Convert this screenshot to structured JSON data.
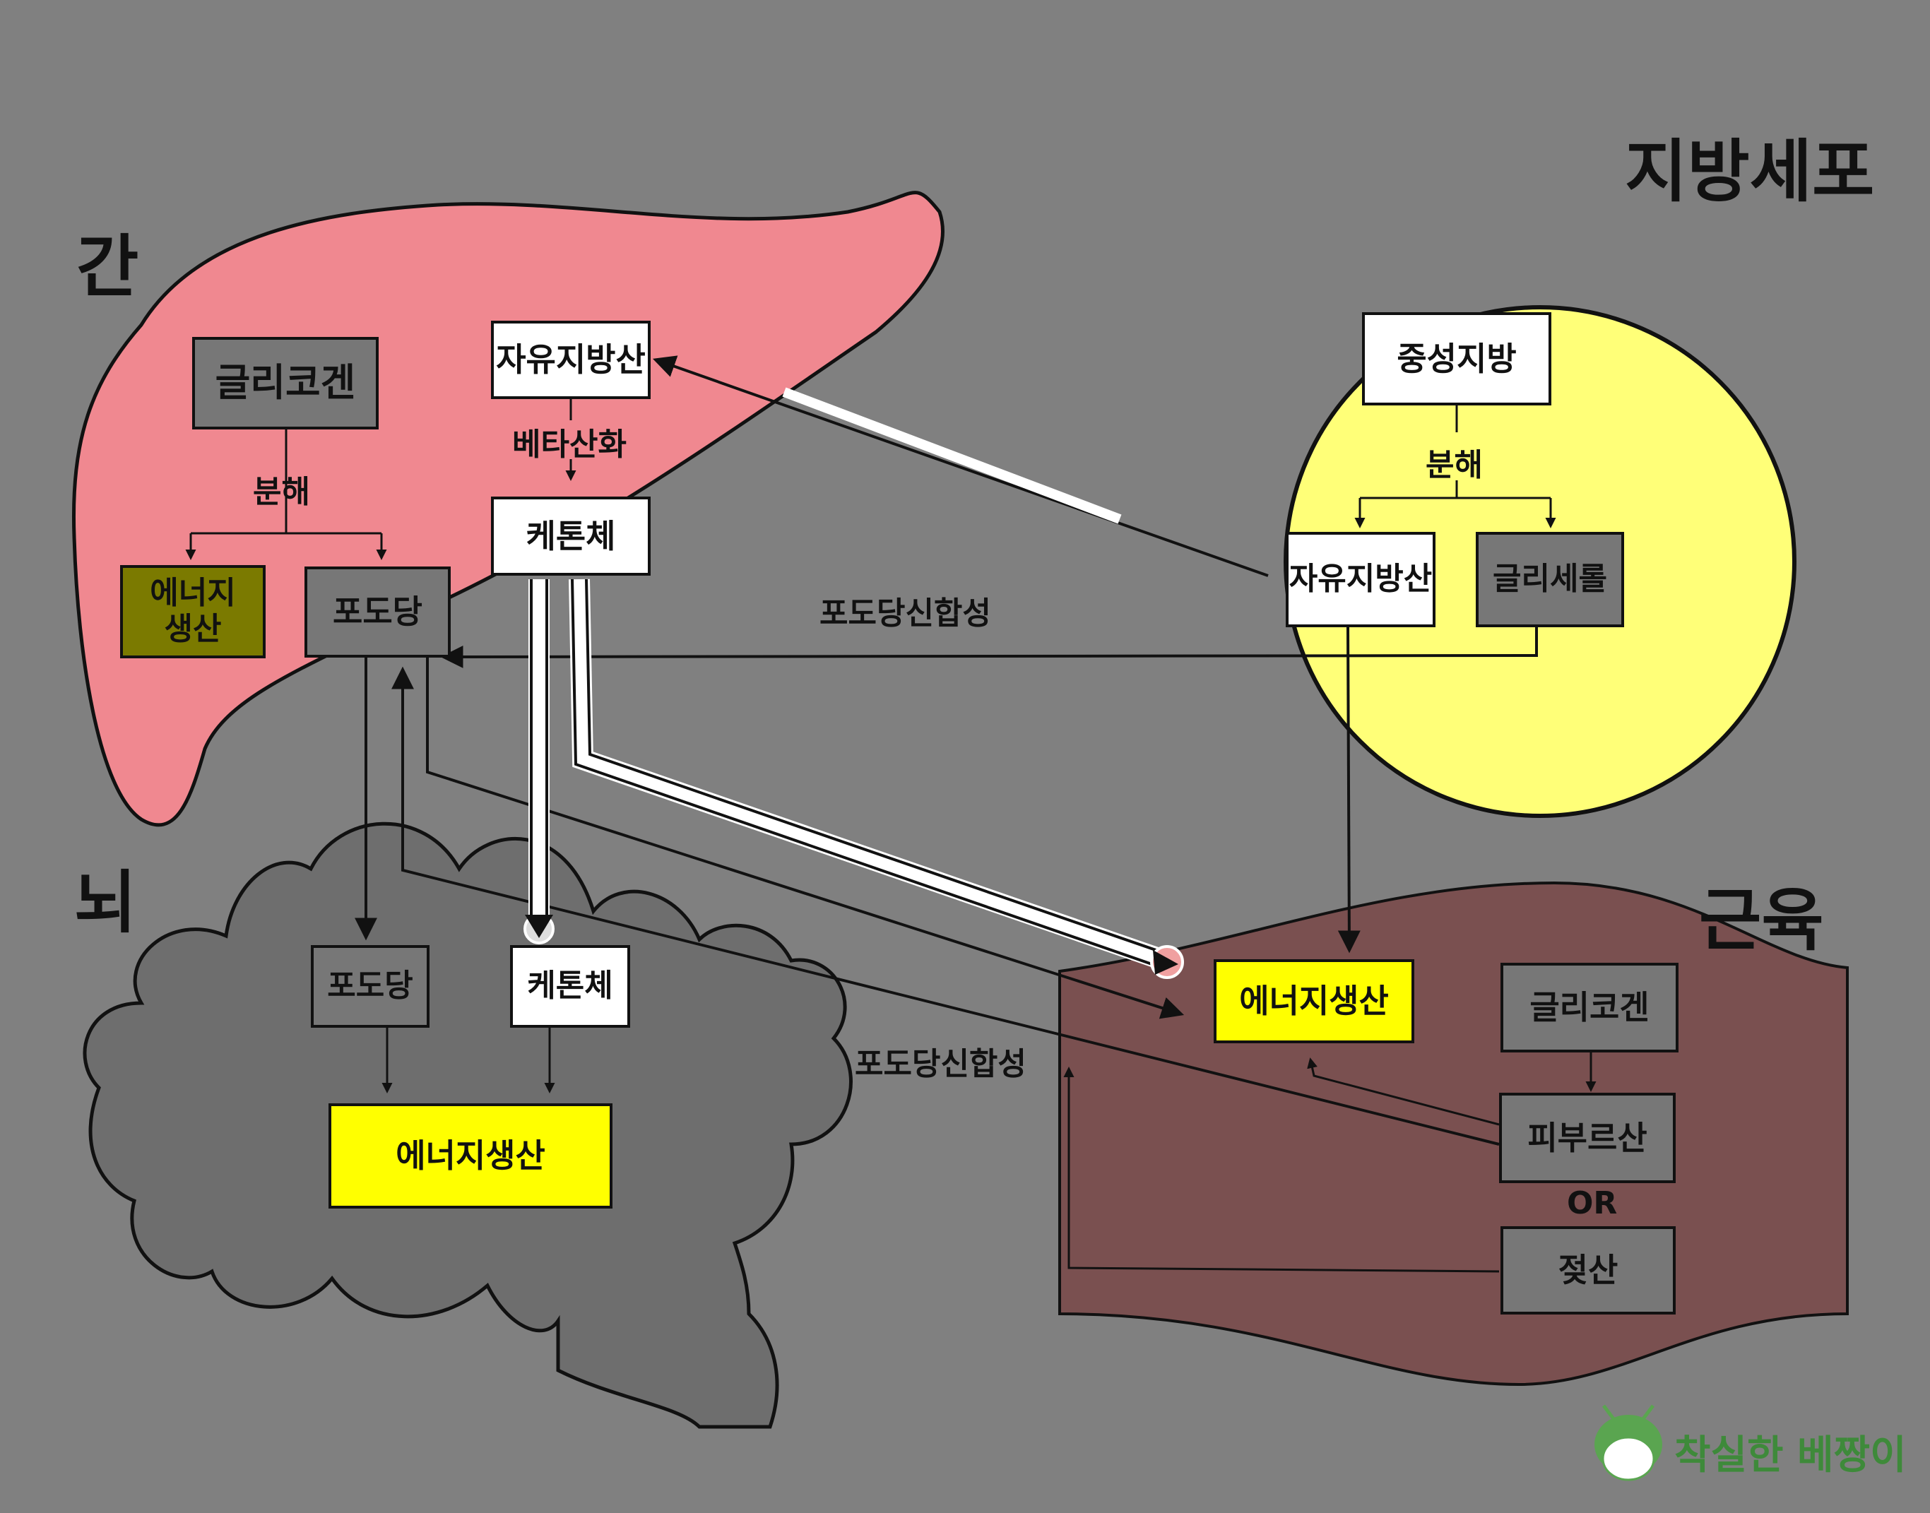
{
  "regions": {
    "liver": "간",
    "fat_cell": "지방세포",
    "brain": "뇌",
    "muscle": "근육"
  },
  "liver": {
    "glycogen": "글리코겐",
    "breakdown": "분해",
    "energy": "에너지\n생산",
    "glucose": "포도당",
    "free_fatty_acid": "자유지방산",
    "beta_oxidation": "베타산화",
    "ketone": "케톤체"
  },
  "fat_cell": {
    "triglyceride": "중성지방",
    "breakdown": "분해",
    "free_fatty_acid": "자유지방산",
    "glycerol": "글리세롤"
  },
  "brain": {
    "glucose": "포도당",
    "ketone": "케톤체",
    "energy": "에너지생산"
  },
  "muscle": {
    "energy": "에너지생산",
    "glycogen": "글리코겐",
    "pyruvate": "피부르산",
    "or": "OR",
    "lactate": "젖산"
  },
  "labels": {
    "gluconeogenesis_top": "포도당신합성",
    "gluconeogenesis_bottom": "포도당신합성"
  },
  "logo": {
    "text": "착실한 베짱이"
  },
  "colors": {
    "background": "#808080",
    "liver": "#f08890",
    "fat_cell": "#ffff78",
    "brain": "#6e6e6e",
    "muscle": "#7a5050",
    "energy_box": "#ffff00",
    "liver_energy_box": "#7b7a00",
    "logo": "#3e8a3a"
  }
}
